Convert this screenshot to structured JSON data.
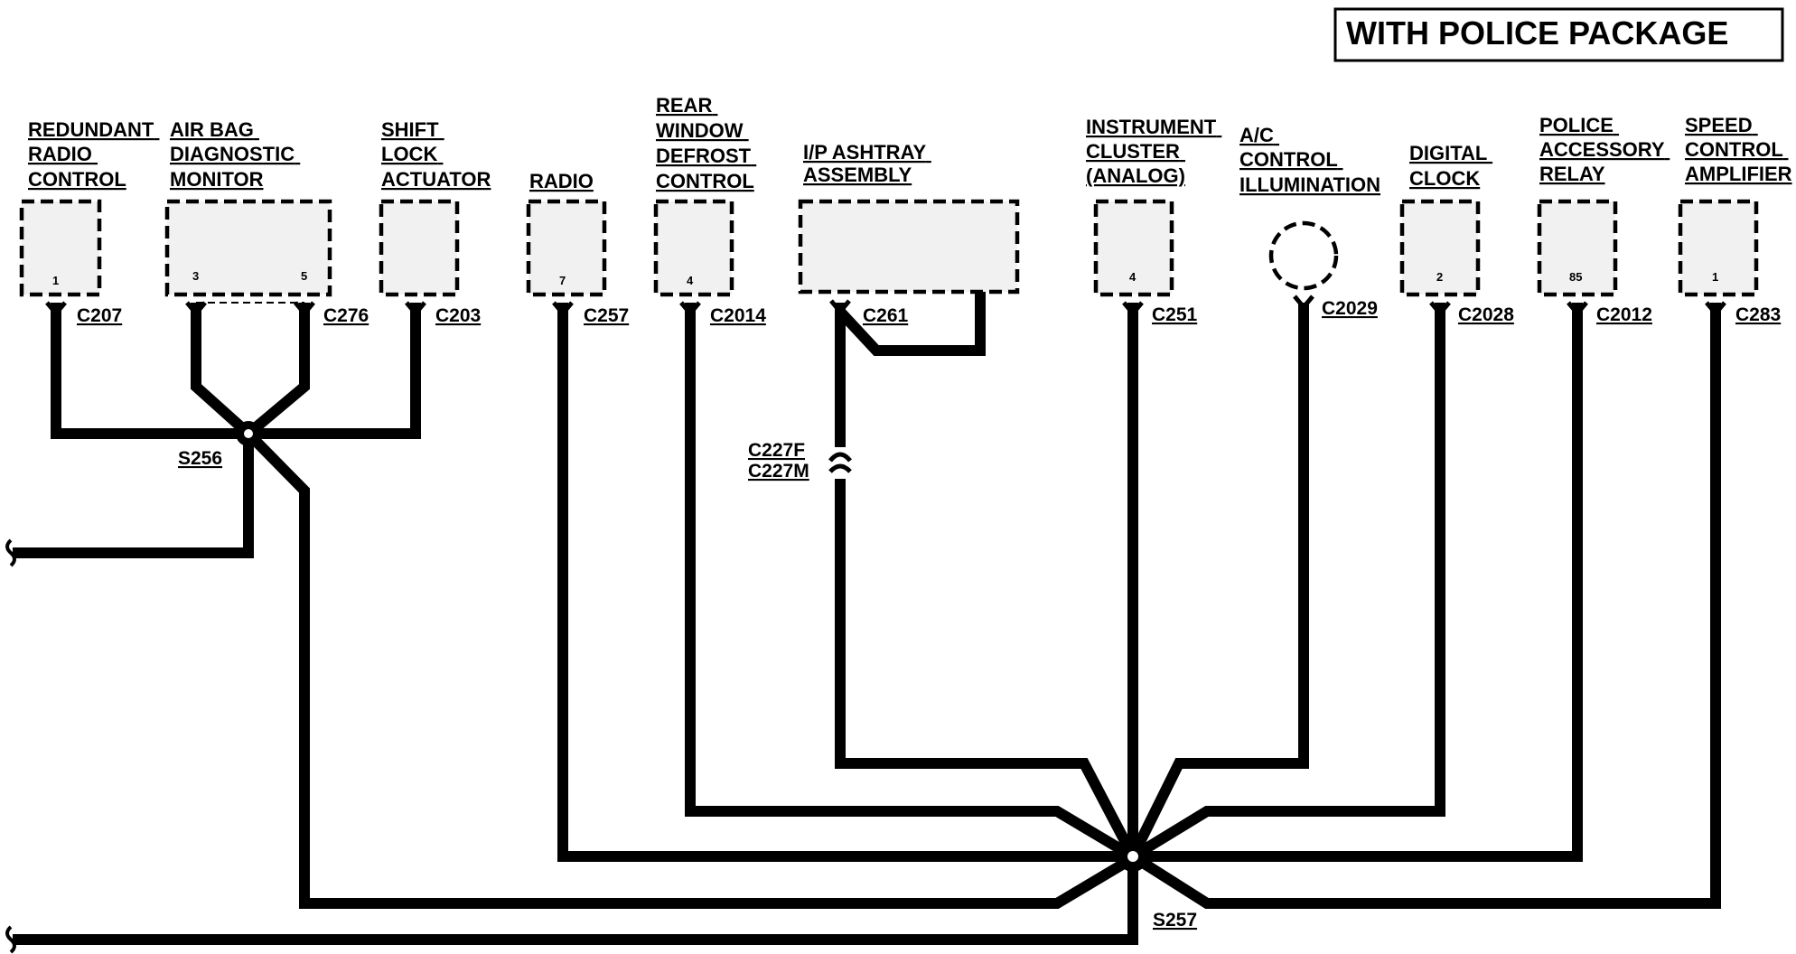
{
  "header": {
    "title": "WITH POLICE PACKAGE"
  },
  "components": {
    "redundant_radio_control": {
      "lines": [
        "REDUNDANT",
        "RADIO",
        "CONTROL"
      ],
      "pin": "1"
    },
    "air_bag_diagnostic_monitor": {
      "lines": [
        "AIR BAG",
        "DIAGNOSTIC",
        "MONITOR"
      ],
      "pins": [
        "3",
        "5"
      ]
    },
    "shift_lock_actuator": {
      "lines": [
        "SHIFT",
        "LOCK",
        "ACTUATOR"
      ]
    },
    "radio": {
      "lines": [
        "RADIO"
      ],
      "pin": "7"
    },
    "rear_window_defrost_control": {
      "lines": [
        "REAR",
        "WINDOW",
        "DEFROST",
        "CONTROL"
      ],
      "pin": "4"
    },
    "ip_ashtray_assembly": {
      "lines": [
        "I/P ASHTRAY",
        "ASSEMBLY"
      ]
    },
    "instrument_cluster": {
      "lines": [
        "INSTRUMENT",
        "CLUSTER",
        "(ANALOG)"
      ],
      "pin": "4"
    },
    "ac_control_illumination": {
      "lines": [
        "A/C",
        "CONTROL",
        "ILLUMINATION"
      ]
    },
    "digital_clock": {
      "lines": [
        "DIGITAL",
        "CLOCK"
      ],
      "pin": "2"
    },
    "police_accessory_relay": {
      "lines": [
        "POLICE",
        "ACCESSORY",
        "RELAY"
      ],
      "pin": "85"
    },
    "speed_control_amplifier": {
      "lines": [
        "SPEED",
        "CONTROL",
        "AMPLIFIER"
      ],
      "pin": "1"
    }
  },
  "connectors": {
    "c207": "C207",
    "c276": "C276",
    "c203": "C203",
    "c257": "C257",
    "c2014": "C2014",
    "c261": "C261",
    "c227f": "C227F",
    "c227m": "C227M",
    "c251": "C251",
    "c2029": "C2029",
    "c2028": "C2028",
    "c2012": "C2012",
    "c283": "C283"
  },
  "splices": {
    "s256": "S256",
    "s257": "S257"
  }
}
